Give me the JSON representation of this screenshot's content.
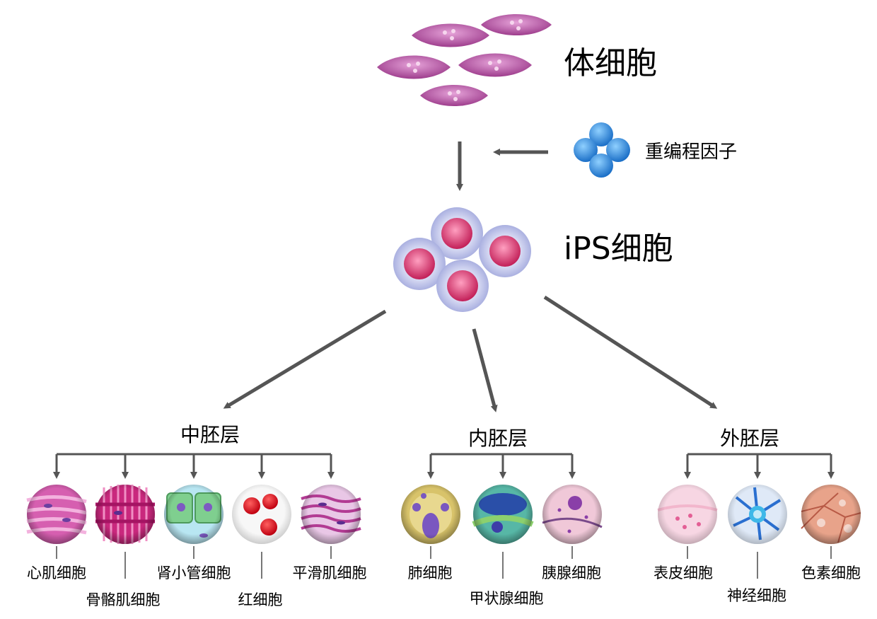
{
  "stages": {
    "somatic": "体细胞",
    "factors": "重编程因子",
    "ips": "iPS细胞"
  },
  "germ_layers": [
    {
      "name": "中胚层",
      "cells": [
        {
          "label": "心肌细胞",
          "icon": "cardiomyocyte-icon"
        },
        {
          "label": "骨骼肌细胞",
          "icon": "skeletal-muscle-icon"
        },
        {
          "label": "肾小管细胞",
          "icon": "renal-tubule-icon"
        },
        {
          "label": "红细胞",
          "icon": "red-blood-cell-icon"
        },
        {
          "label": "平滑肌细胞",
          "icon": "smooth-muscle-icon"
        }
      ]
    },
    {
      "name": "内胚层",
      "cells": [
        {
          "label": "肺细胞",
          "icon": "lung-cell-icon"
        },
        {
          "label": "甲状腺细胞",
          "icon": "thyroid-cell-icon"
        },
        {
          "label": "胰腺细胞",
          "icon": "pancreatic-cell-icon"
        }
      ]
    },
    {
      "name": "外胚层",
      "cells": [
        {
          "label": "表皮细胞",
          "icon": "epidermal-cell-icon"
        },
        {
          "label": "神经细胞",
          "icon": "neuron-icon"
        },
        {
          "label": "色素细胞",
          "icon": "pigment-cell-icon"
        }
      ]
    }
  ],
  "colors": {
    "somatic_cell": "#b5519f",
    "factor": "#2f8fe0",
    "ips_core": "#d63a6e",
    "ips_halo": "#c9cdee",
    "arrow": "#555555"
  }
}
